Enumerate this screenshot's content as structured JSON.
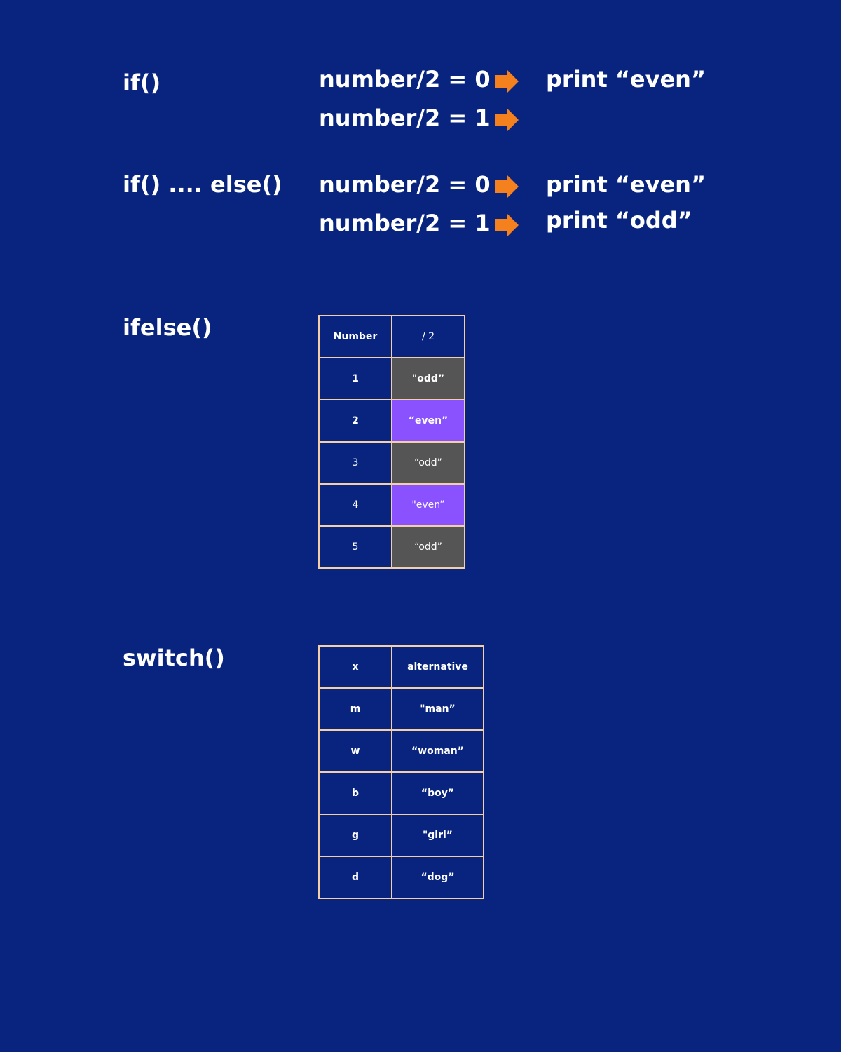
{
  "colors": {
    "background": "#08247e",
    "arrow": "#f5801e",
    "table_border": "#f4cfa6",
    "odd_cell": "#555555",
    "even_cell": "#8a52ff"
  },
  "if_section": {
    "label": "if()",
    "rows": [
      {
        "condition": "number/2 = 0",
        "result": "print “even”"
      },
      {
        "condition": "number/2 = 1",
        "result": ""
      }
    ]
  },
  "ifelse_section": {
    "label": "if() .... else()",
    "rows": [
      {
        "condition": "number/2 = 0",
        "result": "print “even”"
      },
      {
        "condition": "number/2 = 1",
        "result": "print “odd”"
      }
    ]
  },
  "ifelse_func": {
    "label": "ifelse()",
    "headers": [
      "Number",
      "/ 2"
    ],
    "rows": [
      {
        "number": "1",
        "value": "\"odd”",
        "parity": "odd",
        "bold": true
      },
      {
        "number": "2",
        "value": "“even”",
        "parity": "even",
        "bold": true
      },
      {
        "number": "3",
        "value": "“odd”",
        "parity": "odd",
        "bold": false
      },
      {
        "number": "4",
        "value": "\"even”",
        "parity": "even",
        "bold": false
      },
      {
        "number": "5",
        "value": "“odd”",
        "parity": "odd",
        "bold": false
      }
    ]
  },
  "switch_func": {
    "label": "switch()",
    "headers": [
      "x",
      "alternative"
    ],
    "rows": [
      {
        "key": "m",
        "value": "\"man”"
      },
      {
        "key": "w",
        "value": "“woman”"
      },
      {
        "key": "b",
        "value": "“boy”"
      },
      {
        "key": "g",
        "value": "\"girl”"
      },
      {
        "key": "d",
        "value": "“dog”"
      }
    ]
  }
}
